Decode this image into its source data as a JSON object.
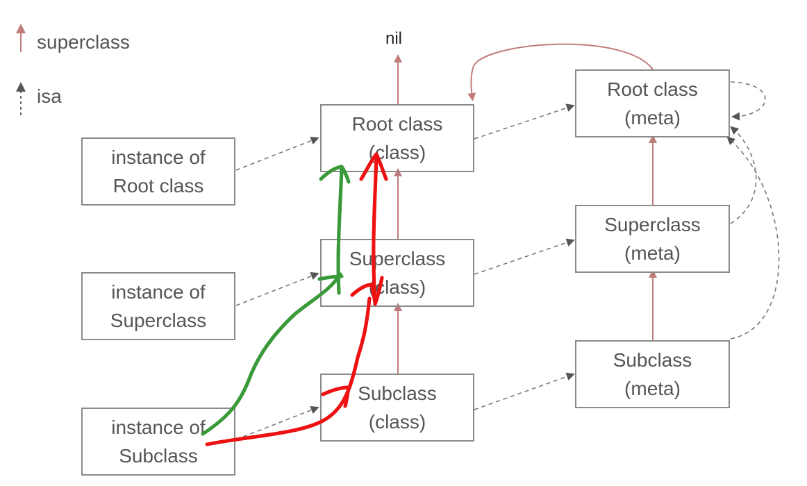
{
  "legend": {
    "superclass_label": "superclass",
    "isa_label": "isa"
  },
  "nil_label": "nil",
  "instances": {
    "root": {
      "line1": "instance of",
      "line2": "Root class"
    },
    "super": {
      "line1": "instance of",
      "line2": "Superclass"
    },
    "sub": {
      "line1": "instance of",
      "line2": "Subclass"
    }
  },
  "classes": {
    "root": {
      "line1": "Root class",
      "line2": "(class)"
    },
    "super": {
      "line1": "Superclass",
      "line2": "(class)"
    },
    "sub": {
      "line1": "Subclass",
      "line2": "(class)"
    }
  },
  "metas": {
    "root": {
      "line1": "Root class",
      "line2": "(meta)"
    },
    "super": {
      "line1": "Superclass",
      "line2": "(meta)"
    },
    "sub": {
      "line1": "Subclass",
      "line2": "(meta)"
    }
  },
  "colors": {
    "superclass_arrow": "#c07b7b",
    "isa_arrow": "#666666",
    "box_border": "#8a8a8a",
    "annotation_green": "#3a9a3a",
    "annotation_red": "#ee1111"
  }
}
